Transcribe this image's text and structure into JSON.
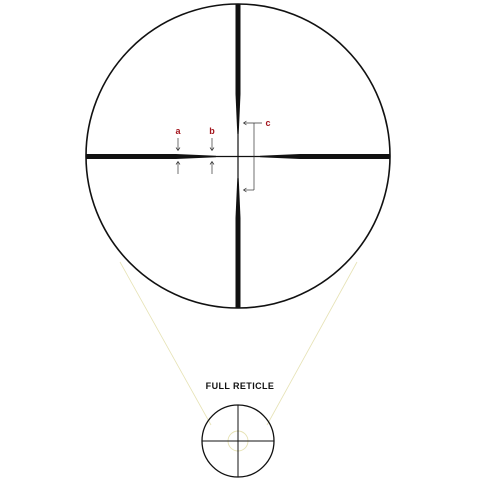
{
  "diagram": {
    "labels": {
      "a": "a",
      "b": "b",
      "c": "c"
    },
    "title": "FULL RETICLE"
  },
  "colors": {
    "reticle": "#111111",
    "label": "#a3141c",
    "guide": "#e6e2b4",
    "dimension": "#333333"
  }
}
